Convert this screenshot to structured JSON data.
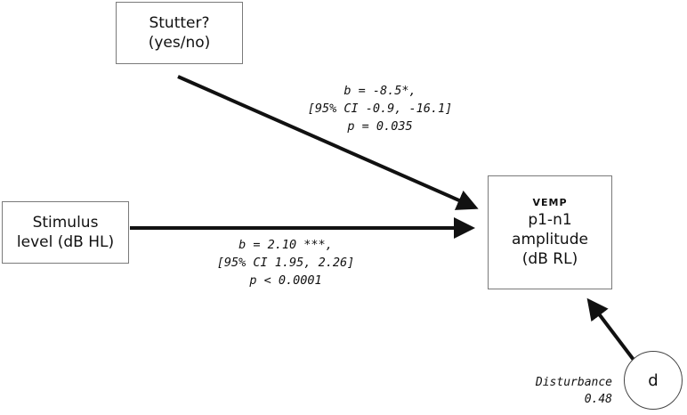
{
  "nodes": {
    "stutter": {
      "line1": "Stutter?",
      "line2": "(yes/no)"
    },
    "stimulus": {
      "line1": "Stimulus",
      "line2": "level (dB HL)"
    },
    "vemp": {
      "tag": "VEMP",
      "line1": "p1-n1",
      "line2": "amplitude",
      "line3": "(dB RL)"
    },
    "disturbance": {
      "symbol": "d"
    }
  },
  "edges": {
    "stutter_to_vemp": {
      "coef": "b = -8.5*,",
      "ci": "[95% CI -0.9, -16.1]",
      "p": "p = 0.035"
    },
    "stimulus_to_vemp": {
      "coef": "b = 2.10 ***,",
      "ci": "[95% CI 1.95, 2.26]",
      "p": "p < 0.0001"
    },
    "disturbance_to_vemp": {
      "label": "Disturbance",
      "value": "0.48"
    }
  },
  "colors": {
    "arrow": "#111111",
    "box_border": "#7a7a7a"
  }
}
